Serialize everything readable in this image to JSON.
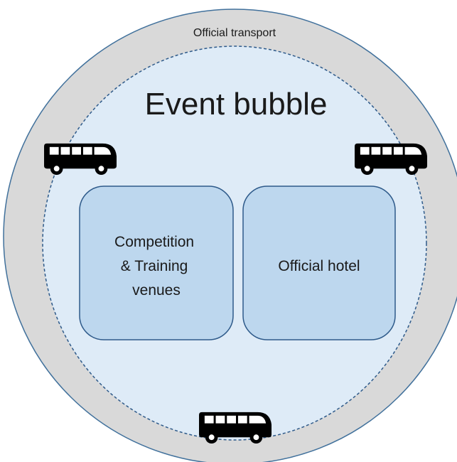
{
  "diagram": {
    "outer_ring_label": "Official transport",
    "bubble_label": "Event bubble",
    "boxes": [
      {
        "lines": [
          "Competition",
          "& Training",
          "venues"
        ]
      },
      {
        "lines": [
          "Official hotel"
        ]
      }
    ],
    "icons": [
      "bus-icon",
      "bus-icon",
      "bus-icon"
    ]
  },
  "colors": {
    "outer_ring_fill": "#d9d9d9",
    "outer_ring_stroke": "#41719c",
    "bubble_fill": "#deebf7",
    "bubble_stroke": "#2e5a8a",
    "box_fill": "#bdd7ee",
    "box_stroke": "#2e5a8a",
    "bus_color": "#000000"
  }
}
